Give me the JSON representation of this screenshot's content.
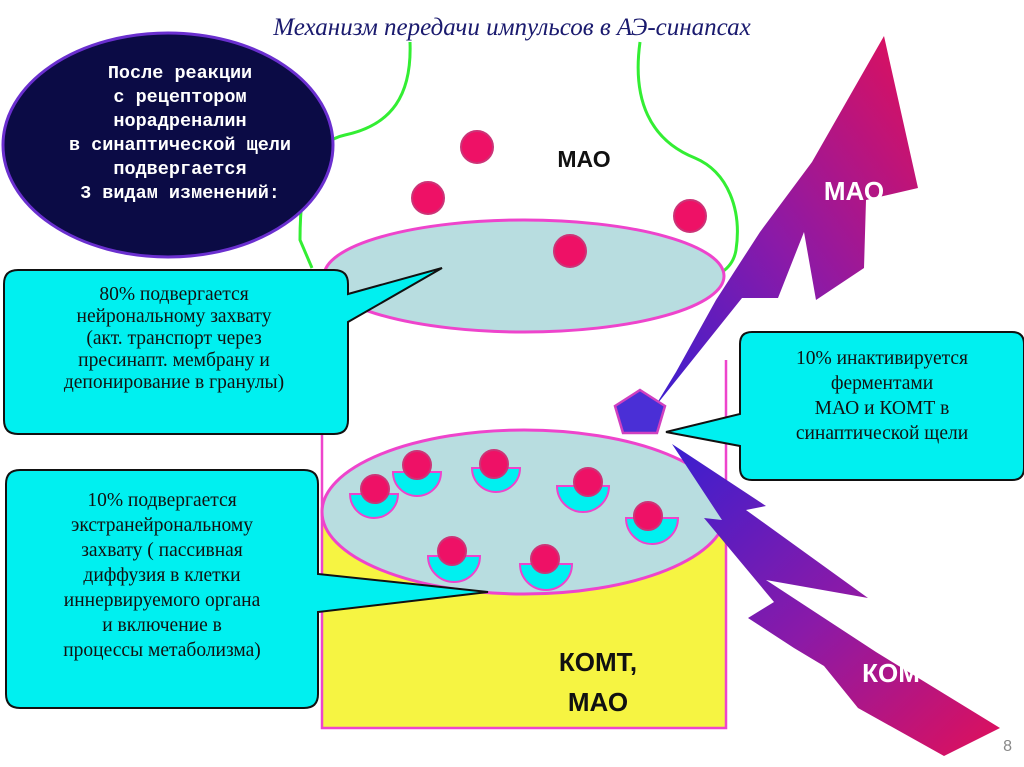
{
  "title": "Механизм передачи импульсов в АЭ-синапсах",
  "intro_oval": {
    "lines": [
      "После реакции",
      "с рецептором",
      "норадреналин",
      "в синаптической щели",
      "подвергается",
      "3 видам изменений:"
    ]
  },
  "callout_reuptake": {
    "lines": [
      "80% подвергается",
      "нейрональному захвату",
      "(акт. транспорт через",
      "пресинапт. мембрану и",
      "депонирование в гранулы)"
    ]
  },
  "callout_extraneuronal": {
    "lines": [
      "10% подвергается",
      "экстранейрональному",
      "захвату ( пассивная",
      "диффузия в клетки",
      "иннервируемого органа",
      "и включение в",
      "процессы метаболизма)"
    ]
  },
  "callout_enzymes": {
    "lines": [
      "10% инактивируется",
      "ферментами",
      "МАО и КОМТ в",
      "синаптической щели"
    ]
  },
  "labels": {
    "mao_top": "МАО",
    "mao_bolt": "МАО",
    "komt_bolt": "КОМТ",
    "komt_mao": [
      "КОМТ,",
      "МАО"
    ]
  },
  "page_number": "8",
  "colors": {
    "callout_fill": "#00f0f0",
    "oval_fill": "#0b0b45",
    "disc_fill": "#b8dde0",
    "disc_stroke": "#ee44cc",
    "yellow_zone": "#f6f442",
    "membrane_line": "#33ee33",
    "molecule": "#ee1166",
    "bolt_top": "#e0105a",
    "bolt_bottom": "#3a1fd0"
  }
}
